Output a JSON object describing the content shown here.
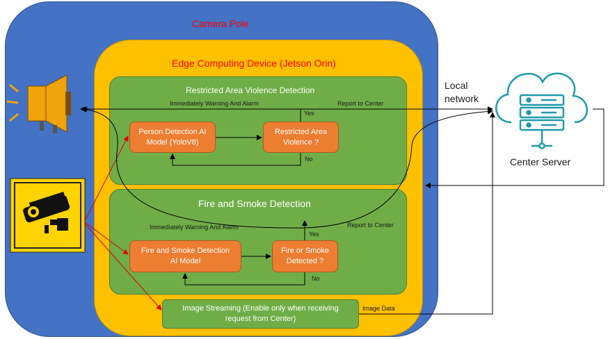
{
  "camera_pole": {
    "label": "Camera Pole"
  },
  "edge_device": {
    "label": "Edge Computing Device (Jetson Orin)"
  },
  "violence": {
    "title": "Restricted Area Violence Detection",
    "warning_label": "Immediately Warning And Alarm",
    "report_label": "Report to Center",
    "model_line1": "Person Detection AI",
    "model_line2": "Model (YoloV8)",
    "decision_line1": "Restricted Area",
    "decision_line2": "Violence ?",
    "yes": "Yes",
    "no": "No"
  },
  "fire": {
    "title": "Fire and Smoke Detection",
    "warning_label": "Immediately Warning And Alarm",
    "report_label": "Report to Center",
    "model_line1": "Fire and Smoke Detection",
    "model_line2": "AI Model",
    "decision_line1": "Fire or Smoke",
    "decision_line2": "Detected ?",
    "yes": "Yes",
    "no": "No"
  },
  "streaming": {
    "line1": "Image Streaming (Enable only when receiving",
    "line2": "request from Center)",
    "data_label": "Image Data"
  },
  "network": {
    "line1": "Local",
    "line2": "network"
  },
  "server": {
    "label": "Center Server"
  },
  "colors": {
    "pole_blue": "#4472c4",
    "edge_yellow": "#ffc000",
    "panel_green": "#70ad47",
    "process_orange": "#ed7d31",
    "label_red": "#ff0000",
    "server_teal": "#1d9aab"
  },
  "icons": [
    "megaphone-icon",
    "cctv-camera-icon",
    "cloud-server-icon"
  ]
}
